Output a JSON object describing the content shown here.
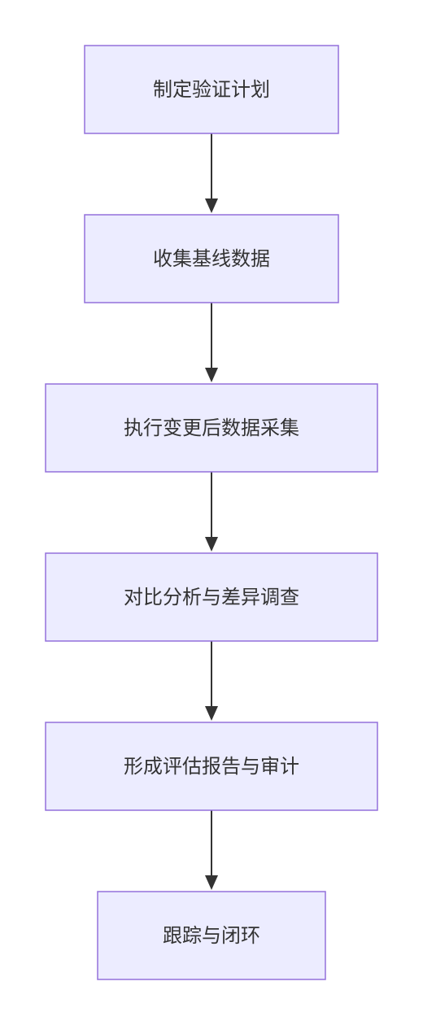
{
  "flowchart": {
    "direction": "top-down",
    "colors": {
      "node_fill": "#ECECFF",
      "node_border": "#9370DB",
      "text": "#333333",
      "edge": "#333333"
    },
    "nodes": [
      {
        "id": "plan",
        "label": "制定验证计划"
      },
      {
        "id": "baseline",
        "label": "收集基线数据"
      },
      {
        "id": "execute",
        "label": "执行变更后数据采集"
      },
      {
        "id": "compare",
        "label": "对比分析与差异调查"
      },
      {
        "id": "report",
        "label": "形成评估报告与审计"
      },
      {
        "id": "closeloop",
        "label": "跟踪与闭环"
      }
    ],
    "edges": [
      {
        "from": "plan",
        "to": "baseline"
      },
      {
        "from": "baseline",
        "to": "execute"
      },
      {
        "from": "execute",
        "to": "compare"
      },
      {
        "from": "compare",
        "to": "report"
      },
      {
        "from": "report",
        "to": "closeloop"
      }
    ]
  }
}
